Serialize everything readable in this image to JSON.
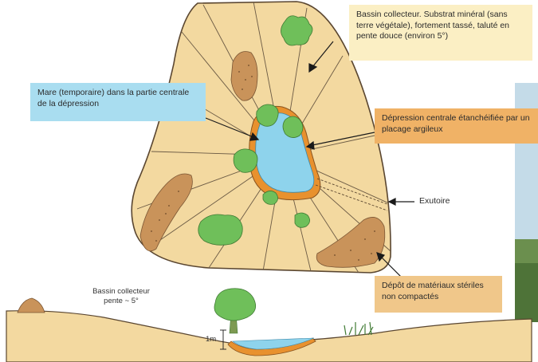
{
  "labels": {
    "bassin_collecteur_plan": "Bassin collecteur. Substrat minéral (sans terre végétale), fortement tassé, taluté en pente douce (environ 5°)",
    "mare": "Mare (temporaire) dans la partie centrale de la dépression",
    "depression": "Dépression centrale étanchéifiée par un placage argileux",
    "exutoire": "Exutoire",
    "depot": "Dépôt de matériaux stériles non compactés",
    "bassin_collecteur_coupe": "Bassin collecteur",
    "pente": "pente ~ 5°",
    "hauteur": "1m"
  },
  "colors": {
    "sand": "#f3d9a0",
    "water": "#8ed3ec",
    "clay": "#e8912e",
    "vegetation": "#6fbf5a",
    "deposit": "#c9935a",
    "box_yellow": "#fbefc4",
    "box_blue": "#a9ddf0",
    "box_orange": "#f0b266"
  }
}
